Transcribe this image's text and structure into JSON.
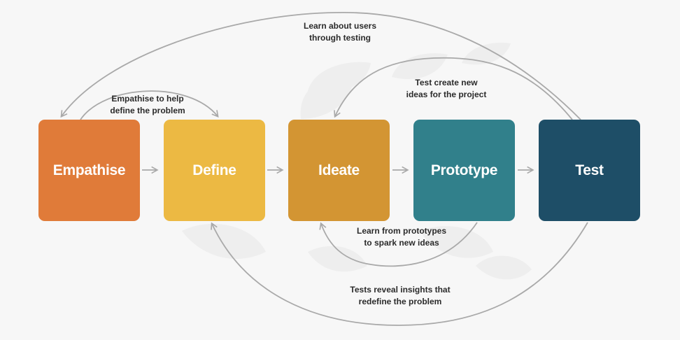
{
  "stages": [
    {
      "label": "Empathise",
      "color": "#e07b39"
    },
    {
      "label": "Define",
      "color": "#ecb943"
    },
    {
      "label": "Ideate",
      "color": "#d39533"
    },
    {
      "label": "Prototype",
      "color": "#31808b"
    },
    {
      "label": "Test",
      "color": "#1e4e67"
    }
  ],
  "notes": {
    "learn_users": [
      "Learn about users",
      "through testing"
    ],
    "empathise_help": [
      "Empathise to help",
      "define the problem"
    ],
    "test_ideas": [
      "Test create new",
      "ideas for the project"
    ],
    "learn_prototypes": [
      "Learn from prototypes",
      "to spark new ideas"
    ],
    "tests_reveal": [
      "Tests reveal insights that",
      "redefine the problem"
    ]
  },
  "colors": {
    "background": "#f7f7f7",
    "connector": "#a9a9a9",
    "text": "#2b2b2b",
    "watermark": "#eeeeee"
  }
}
